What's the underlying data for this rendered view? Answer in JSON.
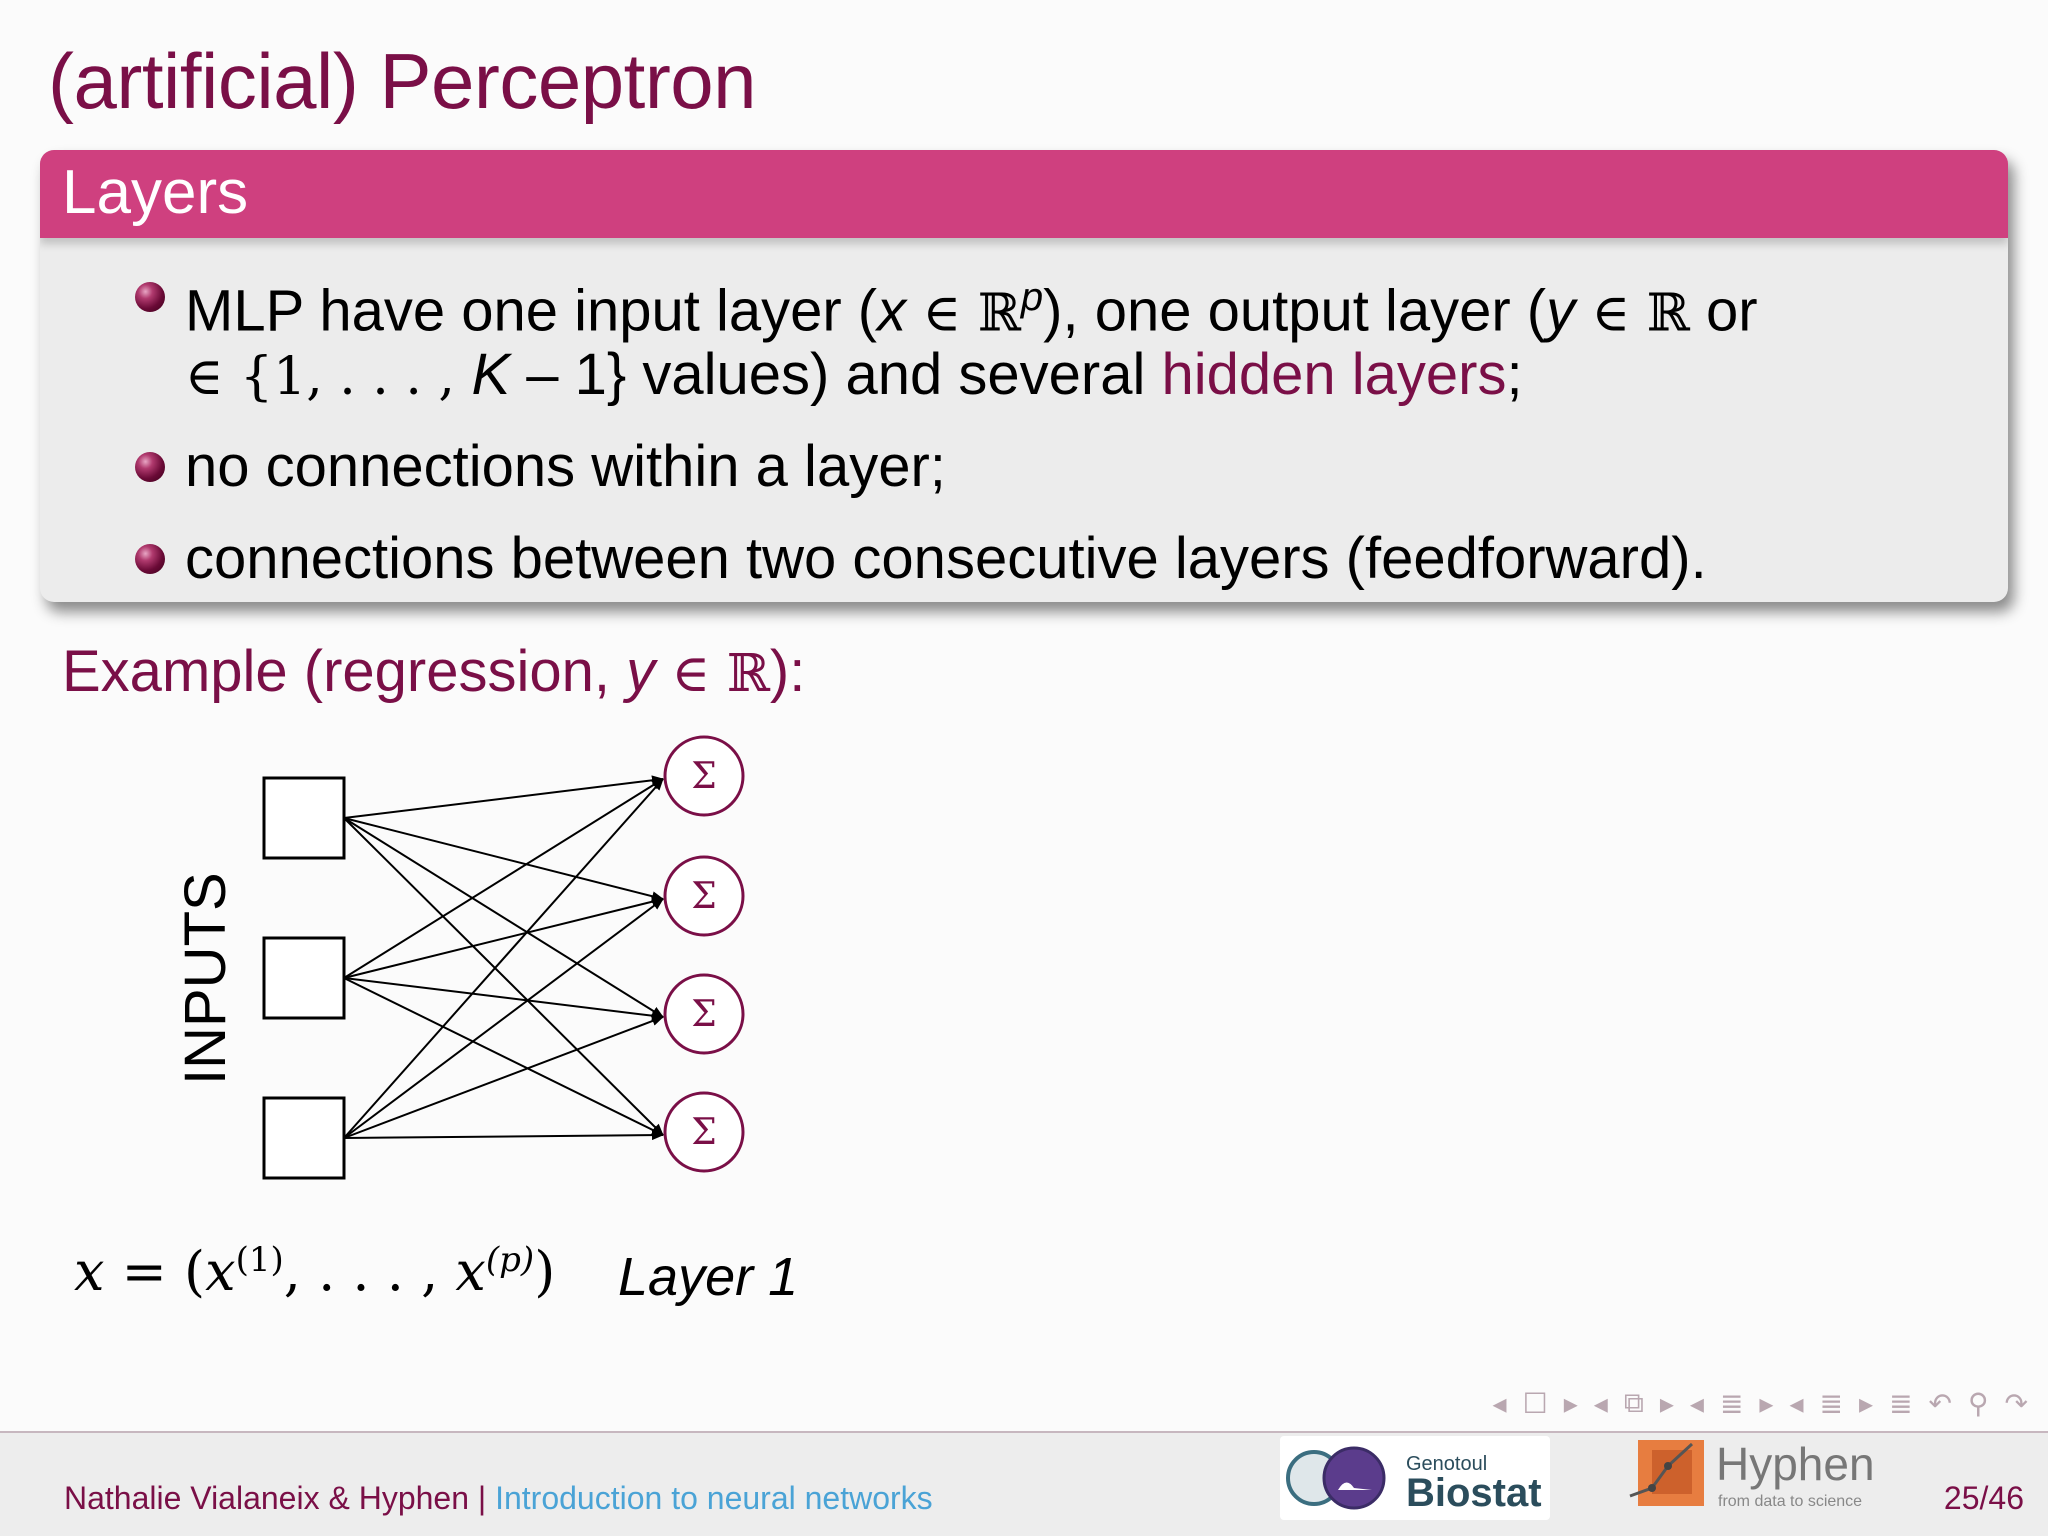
{
  "slide": {
    "title": "(artificial) Perceptron",
    "block_title": "Layers",
    "bullets": [
      {
        "line1_a": "MLP have one input layer (",
        "line1_x": "x",
        "line1_in": " ∈ ",
        "line1_R": "ℝ",
        "line1_p": "p",
        "line1_b": "), one output layer (",
        "line1_y": "y",
        "line1_in2": " ∈ ",
        "line1_R2": "ℝ",
        "line1_or": " or",
        "line2_a": "∈ {1, . . . , ",
        "line2_K": "K",
        "line2_b": " – 1} values) and several ",
        "line2_hl": "hidden layers",
        "line2_c": ";"
      },
      {
        "text": "no connections within a layer;"
      },
      {
        "text": "connections between two consecutive layers (feedforward)."
      }
    ],
    "example": {
      "a": "Example (regression, ",
      "y": "y",
      "in": " ∈ ",
      "R": "ℝ",
      "b": "):"
    },
    "diagram": {
      "inputs_label": "INPUTS",
      "neuron_symbol": "Σ",
      "input_count": 3,
      "neuron_count": 4
    },
    "formula": {
      "lhs": "x",
      "eq": " = (",
      "x1": "x",
      "s1": "(1)",
      "mid": ", . . . , ",
      "xp": "x",
      "sp": "(p)",
      "end": ")"
    },
    "layer_label": "Layer 1"
  },
  "footer": {
    "authors": "Nathalie Vialaneix & Hyphen",
    "separator": " | ",
    "talk": "Introduction to neural networks",
    "page": "25/46",
    "logo1_line1": "Genotoul",
    "logo1_line2": "Biostat",
    "logo2_line1": "Hyphen",
    "logo2_line2": "from data to science"
  },
  "colors": {
    "title": "#7a0f47",
    "block_header": "#cf407f",
    "block_body": "#ececec",
    "link": "#4aa3d6",
    "neuron_stroke": "#7a0f47"
  }
}
